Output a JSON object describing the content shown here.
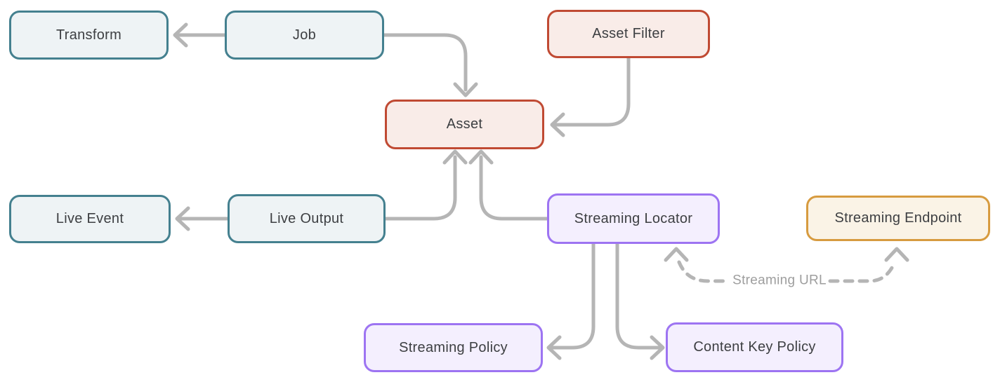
{
  "diagram": {
    "nodes": [
      {
        "id": "transform",
        "label": "Transform",
        "color_scheme": "teal"
      },
      {
        "id": "job",
        "label": "Job",
        "color_scheme": "teal"
      },
      {
        "id": "asset-filter",
        "label": "Asset Filter",
        "color_scheme": "red"
      },
      {
        "id": "asset",
        "label": "Asset",
        "color_scheme": "red"
      },
      {
        "id": "live-event",
        "label": "Live Event",
        "color_scheme": "teal"
      },
      {
        "id": "live-output",
        "label": "Live Output",
        "color_scheme": "teal"
      },
      {
        "id": "streaming-locator",
        "label": "Streaming Locator",
        "color_scheme": "purple"
      },
      {
        "id": "streaming-endpoint",
        "label": "Streaming Endpoint",
        "color_scheme": "orange"
      },
      {
        "id": "streaming-policy",
        "label": "Streaming Policy",
        "color_scheme": "purple"
      },
      {
        "id": "content-key-policy",
        "label": "Content Key Policy",
        "color_scheme": "purple"
      }
    ],
    "edges": [
      {
        "from": "job",
        "to": "transform",
        "style": "solid"
      },
      {
        "from": "job",
        "to": "asset",
        "style": "solid"
      },
      {
        "from": "asset-filter",
        "to": "asset",
        "style": "solid"
      },
      {
        "from": "live-output",
        "to": "live-event",
        "style": "solid"
      },
      {
        "from": "live-output",
        "to": "asset",
        "style": "solid"
      },
      {
        "from": "streaming-locator",
        "to": "asset",
        "style": "solid"
      },
      {
        "from": "streaming-locator",
        "to": "streaming-policy",
        "style": "solid"
      },
      {
        "from": "streaming-locator",
        "to": "content-key-policy",
        "style": "solid"
      },
      {
        "from": "streaming-locator",
        "to": "streaming-endpoint",
        "style": "dashed",
        "label": "Streaming URL"
      }
    ],
    "edge_label": {
      "streaming_url": "Streaming URL"
    },
    "colors": {
      "teal_border": "#44808f",
      "teal_fill": "#eef3f5",
      "red_border": "#c04a33",
      "red_fill": "#f9ece8",
      "purple_border": "#9d74f2",
      "purple_fill": "#f4effe",
      "orange_border": "#d79b3f",
      "orange_fill": "#faf3e6",
      "arrow": "#b5b5b5",
      "label_text": "#3d3f42",
      "edge_label_text": "#9e9e9e",
      "background": "#ffffff"
    }
  }
}
